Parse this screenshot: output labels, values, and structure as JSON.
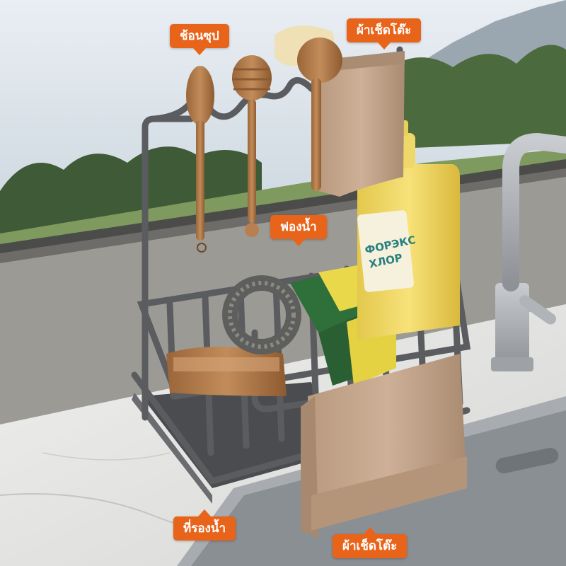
{
  "callouts": {
    "spoon": "ช้อนซุป",
    "towel_top": "ผ้าเช็ดโต๊ะ",
    "sponge": "ฟองน้ำ",
    "tray": "ที่รองน้ำ",
    "towel_bottom": "ผ้าเช็ดโต๊ะ"
  },
  "bottle": {
    "brand_line1": "ФОРЭКС",
    "brand_line2": "ХЛОР"
  },
  "colors": {
    "callout": "#e8641a",
    "rack": "#5a5c60",
    "wood": "#b07a4a",
    "bottle": "#f0dc6a",
    "towel": "#c3a48a",
    "sponge_green": "#2f6f3a",
    "sponge_yellow": "#e8d84a"
  }
}
